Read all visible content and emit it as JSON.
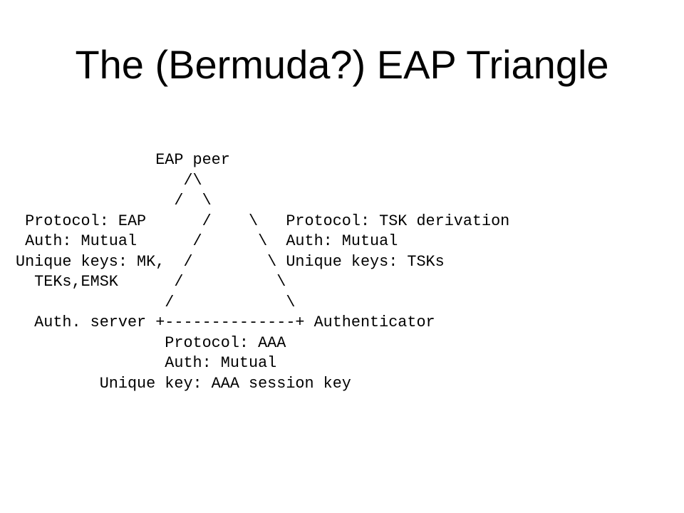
{
  "slide": {
    "title": "The (Bermuda?) EAP Triangle"
  },
  "diagram": {
    "lines": [
      "               EAP peer",
      "                  /\\",
      "                 /  \\",
      " Protocol: EAP      /    \\   Protocol: TSK derivation",
      " Auth: Mutual      /      \\  Auth: Mutual",
      "Unique keys: MK,  /        \\ Unique keys: TSKs",
      "  TEKs,EMSK      /          \\",
      "                /            \\",
      "  Auth. server +--------------+ Authenticator",
      "                Protocol: AAA",
      "                Auth: Mutual",
      "         Unique key: AAA session key"
    ]
  }
}
